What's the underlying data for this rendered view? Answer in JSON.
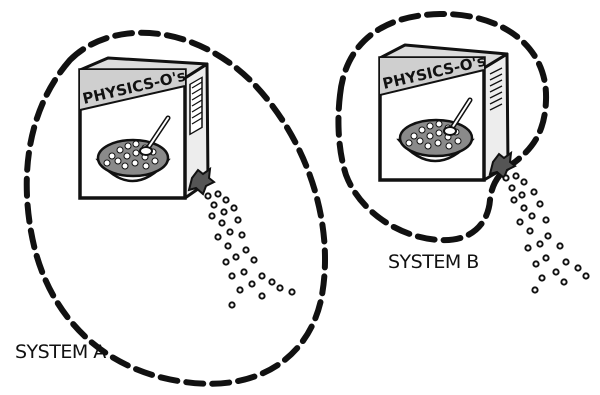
{
  "diagram": {
    "box_brand": "PHYSICS-O's",
    "system_a_label": "SYSTEM A",
    "system_b_label": "SYSTEM B"
  },
  "colors": {
    "ink": "#111111",
    "box_top": "#d8d8d8",
    "box_face": "#ffffff",
    "box_side": "#e9e9e9",
    "spout": "#555555",
    "bowl_inner": "#777777"
  }
}
